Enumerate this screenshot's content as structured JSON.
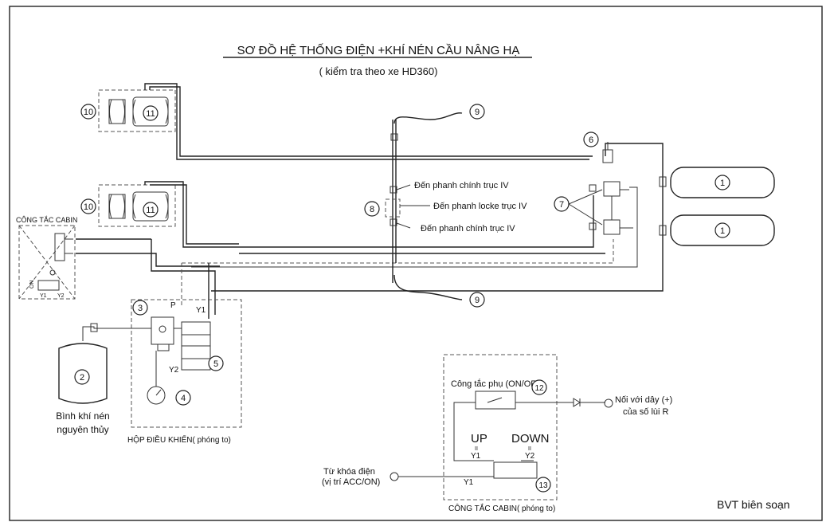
{
  "title": "SƠ ĐỒ HỆ THỐNG ĐIỆN +KHÍ NÉN CẦU NÂNG HẠ",
  "subtitle": "( kiểm tra theo xe HD360)",
  "labels": {
    "cong_tac_cabin_small": "CÔNG TẮC CABIN",
    "den_phanh_chinh_1": "Đến phanh chính trục IV",
    "den_phanh_locke": "Đến phanh locke trục IV",
    "den_phanh_chinh_2": "Đến phanh chính trục IV",
    "binh_khi_nen_1": "Bình khí nén",
    "binh_khi_nen_2": "nguyên thủy",
    "hop_dieu_khien": "HỘP ĐIỀU KHIỂN( phóng to)",
    "cong_tac_phu": "Công tắc phụ (ON/OFF)",
    "noi_voi_day_1": "Nối với dây (+)",
    "noi_voi_day_2": "của số lùi R",
    "up": "UP",
    "down": "DOWN",
    "tu_khoa_dien_1": "Từ khóa điện",
    "tu_khoa_dien_2": "(vị trí ACC/ON)",
    "cong_tac_cabin_zoom": "CÔNG TẮC CABIN( phóng to)",
    "author": "BVT biên soạn",
    "p": "P",
    "y1": "Y1",
    "y2": "Y2",
    "on": "ON",
    "equal": "II"
  },
  "numbers": {
    "n1": "1",
    "n2": "2",
    "n3": "3",
    "n4": "4",
    "n5": "5",
    "n6": "6",
    "n7": "7",
    "n8": "8",
    "n9": "9",
    "n10": "10",
    "n11": "11",
    "n12": "12",
    "n13": "13"
  }
}
